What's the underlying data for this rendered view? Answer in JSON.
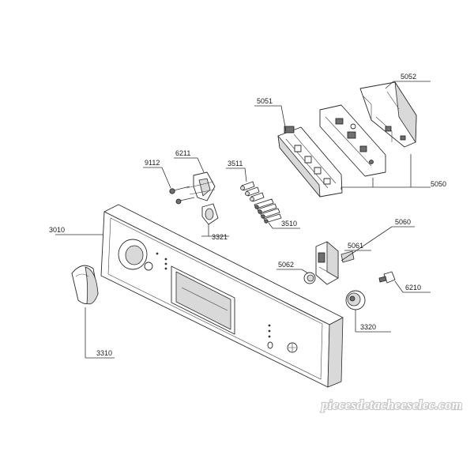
{
  "parts": {
    "p5052": "5052",
    "p5051": "5051",
    "p5050": "5050",
    "p6211": "6211",
    "p9112": "9112",
    "p3511": "3511",
    "p3510": "3510",
    "p3321": "3321",
    "p3010": "3010",
    "p5060": "5060",
    "p5061": "5061",
    "p5062": "5062",
    "p6210": "6210",
    "p3320": "3320",
    "p3310": "3310"
  },
  "watermark": "piecesdetacheeselec.com"
}
